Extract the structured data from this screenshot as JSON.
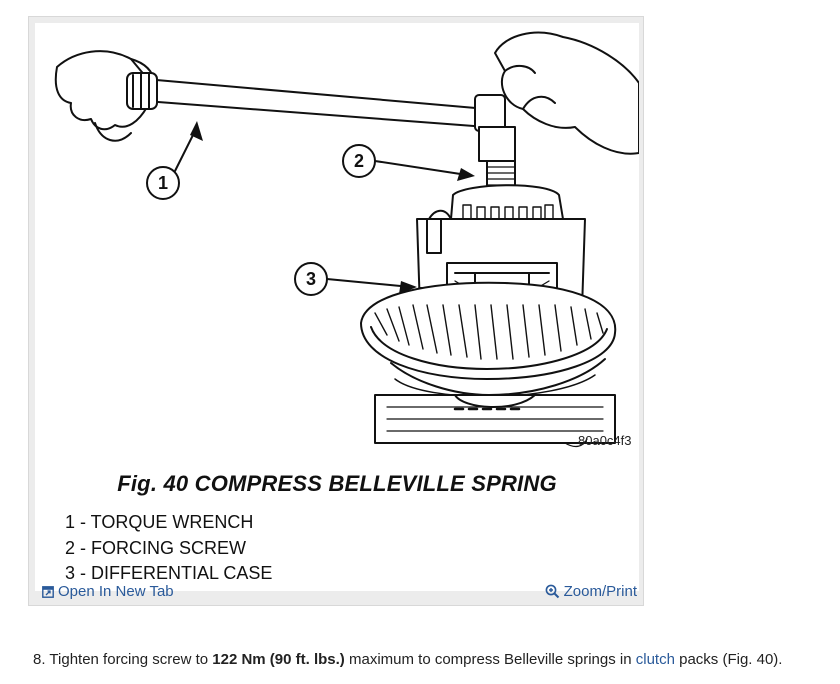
{
  "figure": {
    "image_code": "80a0c4f3",
    "callouts": [
      "1",
      "2",
      "3"
    ],
    "title": "Fig. 40 COMPRESS BELLEVILLE SPRING",
    "legend": [
      "1 - TORQUE WRENCH",
      "2 - FORCING SCREW",
      "3 - DIFFERENTIAL CASE"
    ],
    "open_tab_label": "Open In New Tab",
    "zoom_label": "Zoom/Print",
    "icons": {
      "open_tab": "open-new-tab-icon",
      "zoom": "zoom-icon"
    }
  },
  "step": {
    "number": "8.",
    "text_before": " Tighten forcing screw to ",
    "bold_value": "122 Nm (90 ft. lbs.)",
    "text_middle": " maximum to compress Belleville springs in ",
    "link_text": "clutch",
    "text_after": " packs (Fig. 40)."
  },
  "colors": {
    "link": "#2a5a9a",
    "frame": "#ececec"
  }
}
